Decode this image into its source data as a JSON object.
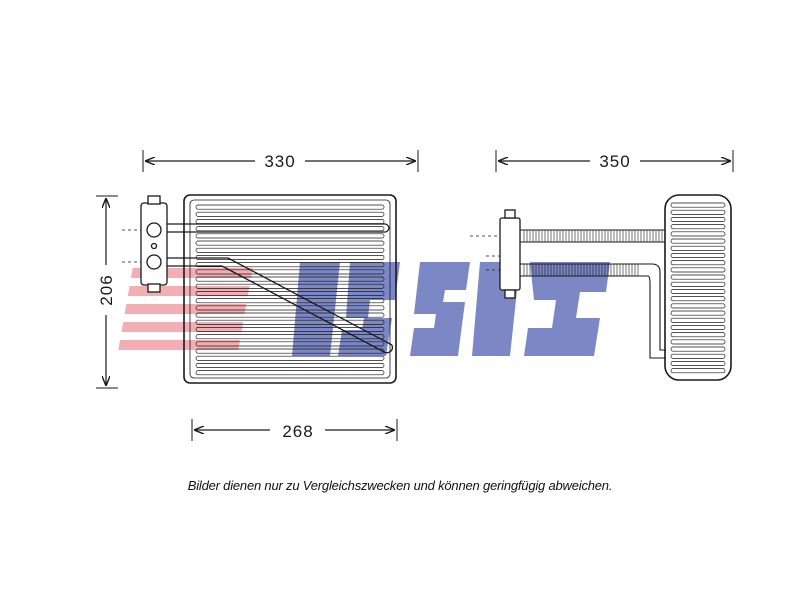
{
  "dimensions": {
    "width_top": "330",
    "height_left": "206",
    "width_bottom": "268",
    "depth_right": "350"
  },
  "watermark": {
    "text": "AKS"
  },
  "caption": "Bilder dienen nur zu Vergleichszwecken und können geringfügig abweichen.",
  "colors": {
    "line": "#1a1a1a",
    "watermark_red": "#e8323c",
    "watermark_blue": "#2a3a9a"
  }
}
